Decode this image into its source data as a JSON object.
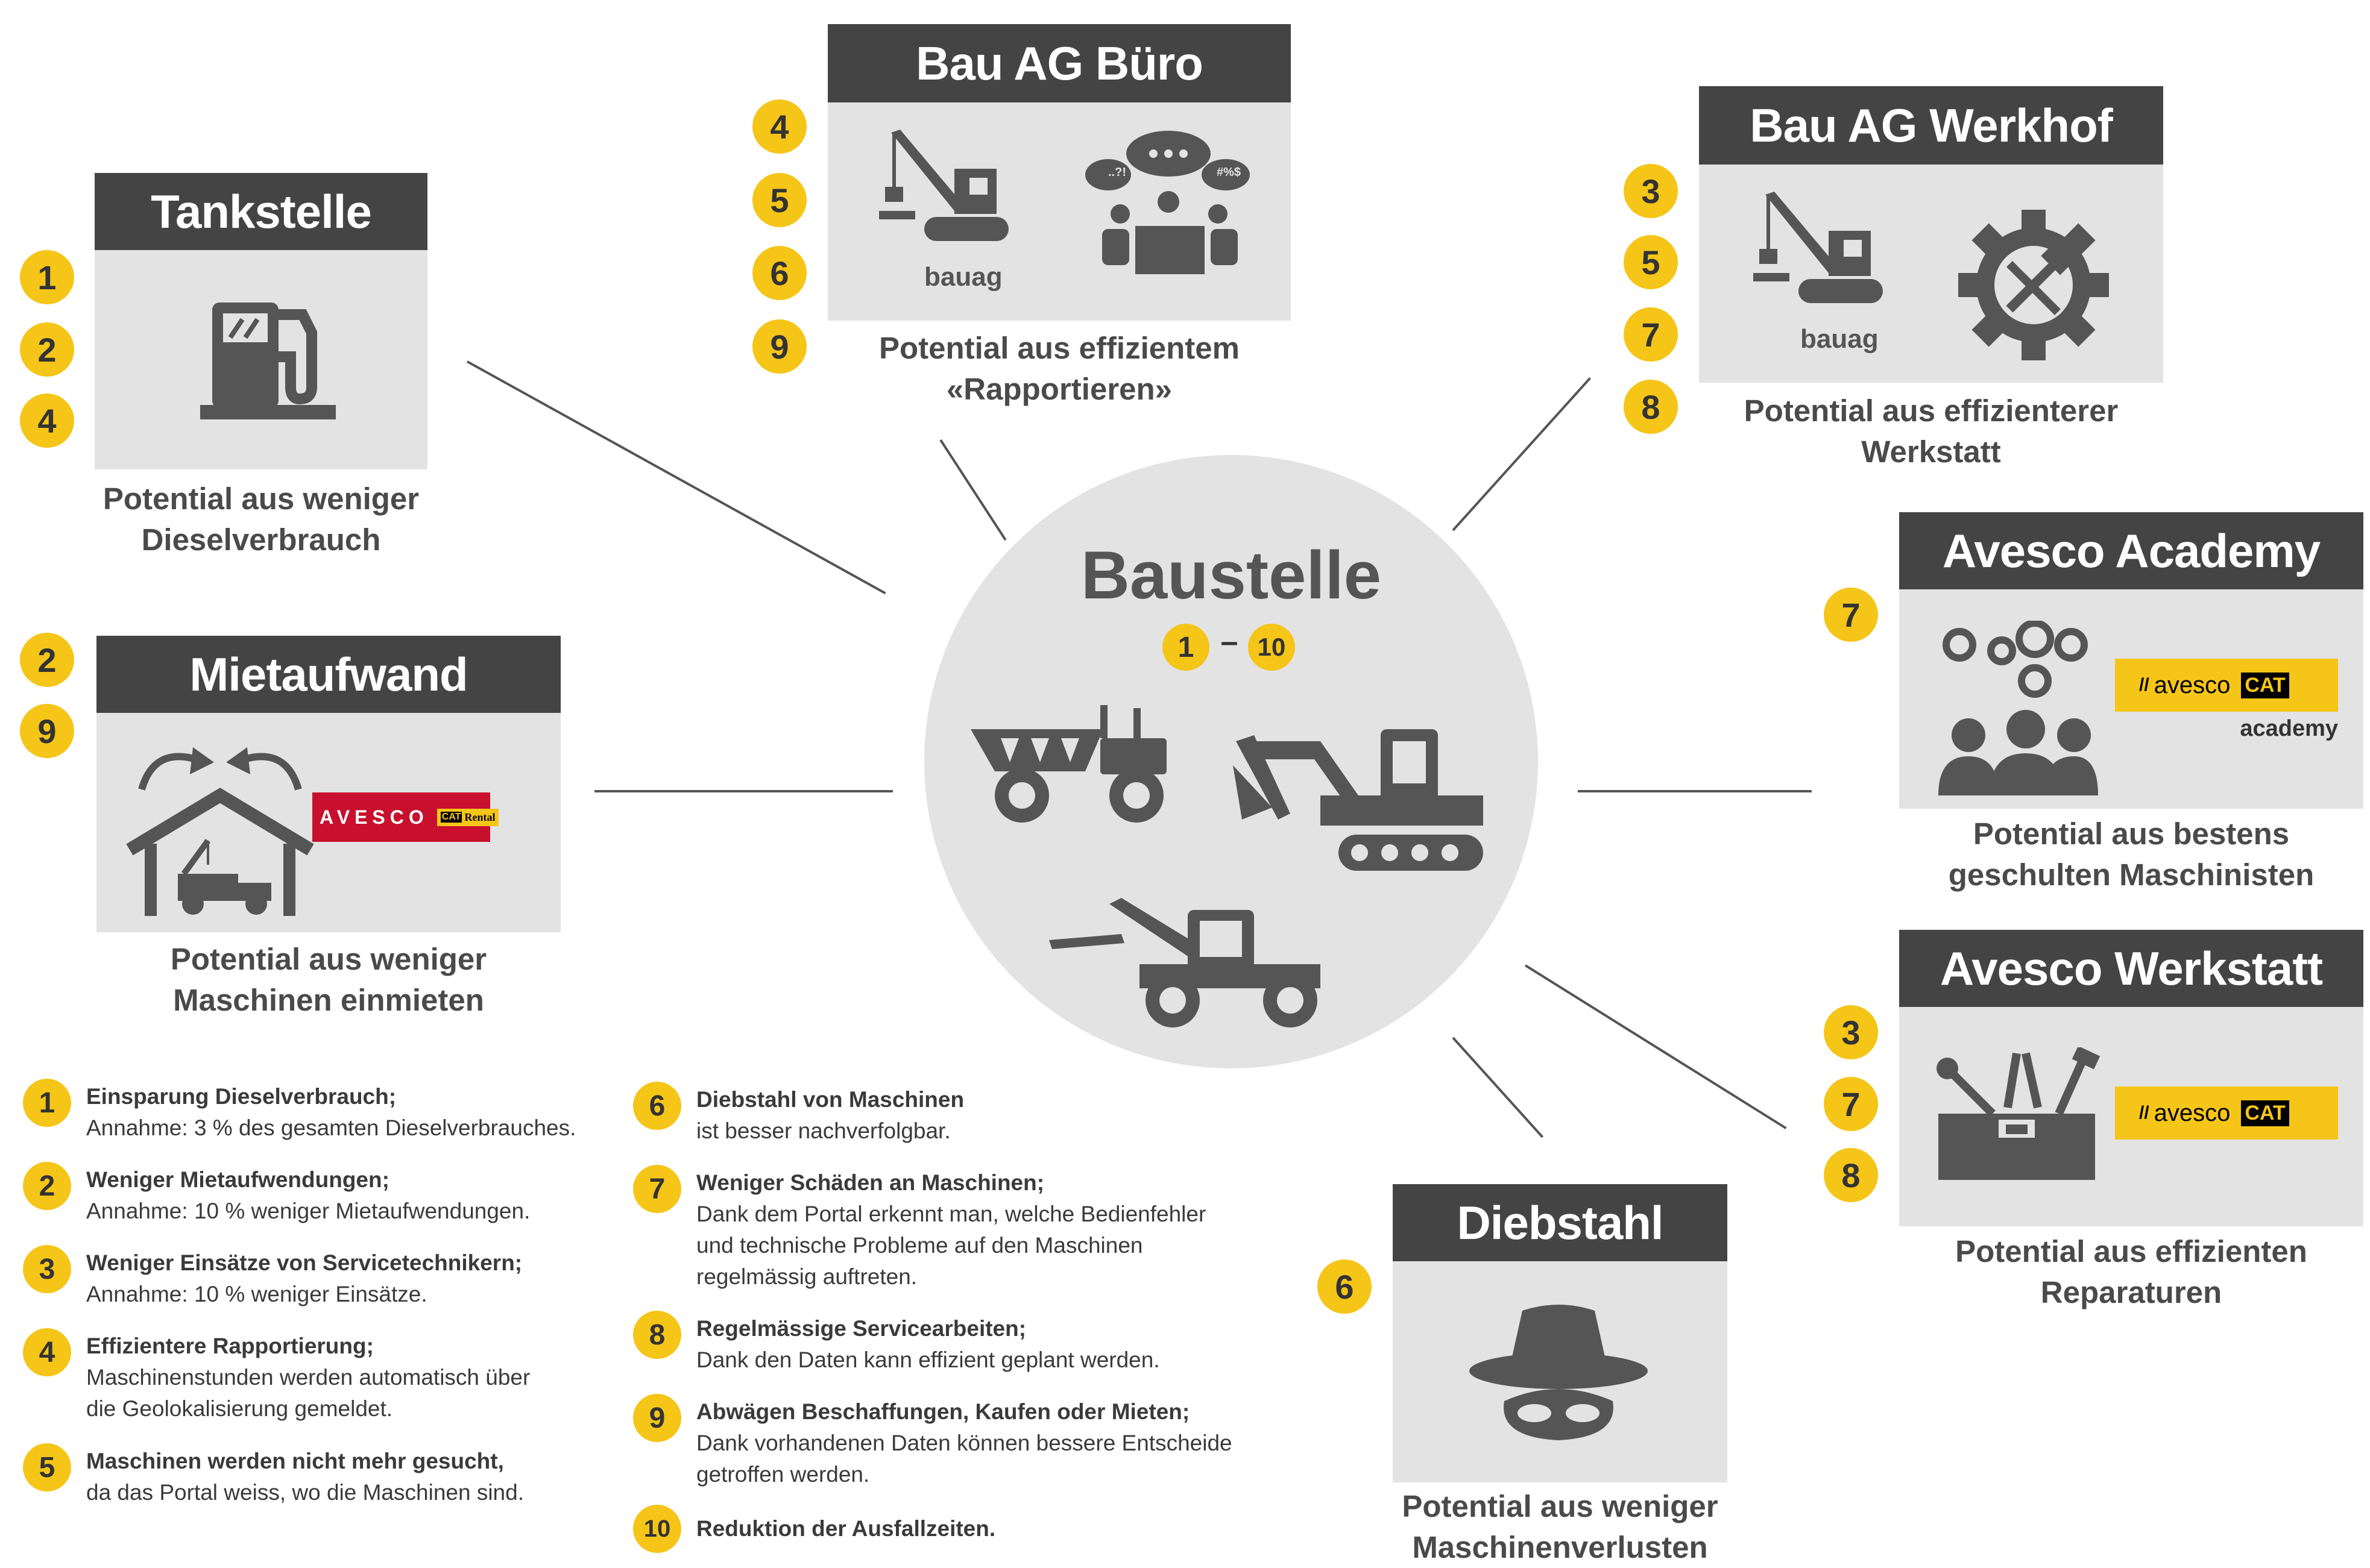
{
  "colors": {
    "accent": "#f5c518",
    "header": "#444444",
    "box": "#e3e3e3",
    "circle": "#e3e3e3",
    "rental_red": "#c8102e"
  },
  "center": {
    "title": "Baustelle",
    "range_from": "1",
    "range_dash": "–",
    "range_to": "10"
  },
  "tankstelle": {
    "title": "Tankstelle",
    "badges": [
      "1",
      "2",
      "4"
    ],
    "caption_1": "Potential aus weniger",
    "caption_2": "Dieselverbrauch"
  },
  "buero": {
    "title": "Bau AG Büro",
    "badges": [
      "4",
      "5",
      "6",
      "9"
    ],
    "logo": "bauag",
    "bubble_1": "..?!",
    "bubble_2": "#%$",
    "caption_1": "Potential aus effizientem",
    "caption_2": "«Rapportieren»"
  },
  "werkhof": {
    "title": "Bau AG Werkhof",
    "badges": [
      "3",
      "5",
      "7",
      "8"
    ],
    "logo": "bauag",
    "caption_1": "Potential aus effizienterer",
    "caption_2": "Werkstatt"
  },
  "miet": {
    "title": "Mietaufwand",
    "badges": [
      "2",
      "9"
    ],
    "logo_text": "AVESCO",
    "logo_cat": "CAT",
    "logo_rental": "Rental",
    "caption_1": "Potential aus weniger",
    "caption_2": "Maschinen einmieten"
  },
  "academy": {
    "title": "Avesco Academy",
    "badges": [
      "7"
    ],
    "logo_text": "avesco",
    "logo_cat": "CAT",
    "logo_sub": "academy",
    "caption_1": "Potential aus bestens",
    "caption_2": "geschulten Maschinisten"
  },
  "werkstatt": {
    "title": "Avesco Werkstatt",
    "badges": [
      "3",
      "7",
      "8"
    ],
    "logo_text": "avesco",
    "logo_cat": "CAT",
    "caption_1": "Potential aus effizienten",
    "caption_2": "Reparaturen"
  },
  "diebstahl": {
    "title": "Diebstahl",
    "badges": [
      "6"
    ],
    "caption_1": "Potential aus weniger",
    "caption_2": "Maschinenverlusten"
  },
  "legend": [
    {
      "num": "1",
      "title": "Einsparung Dieselverbrauch;",
      "lines": [
        "Annahme: 3 % des gesamten Dieselverbrauches."
      ]
    },
    {
      "num": "2",
      "title": "Weniger Mietaufwendungen;",
      "lines": [
        "Annahme: 10 % weniger Mietaufwendungen."
      ]
    },
    {
      "num": "3",
      "title": "Weniger Einsätze von Servicetechnikern;",
      "lines": [
        "Annahme: 10 % weniger Einsätze."
      ]
    },
    {
      "num": "4",
      "title": "Effizientere Rapportierung;",
      "lines": [
        "Maschinenstunden werden automatisch über",
        "die Geolokalisierung gemeldet."
      ]
    },
    {
      "num": "5",
      "title": "Maschinen werden nicht mehr gesucht,",
      "lines": [
        "da das Portal weiss, wo die Maschinen sind."
      ]
    },
    {
      "num": "6",
      "title": "Diebstahl von Maschinen",
      "lines": [
        "ist besser nachverfolgbar."
      ]
    },
    {
      "num": "7",
      "title": "Weniger Schäden an Maschinen;",
      "lines": [
        "Dank dem Portal erkennt man, welche Bedienfehler",
        "und technische Probleme auf den Maschinen",
        "regelmässig auftreten."
      ]
    },
    {
      "num": "8",
      "title": "Regelmässige Servicearbeiten;",
      "lines": [
        "Dank den Daten kann effizient geplant werden."
      ]
    },
    {
      "num": "9",
      "title": "Abwägen Beschaffungen, Kaufen oder Mieten;",
      "lines": [
        "Dank vorhandenen Daten können bessere Entscheide",
        "getroffen werden."
      ]
    },
    {
      "num": "10",
      "title": "Reduktion der Ausfallzeiten.",
      "lines": []
    }
  ]
}
